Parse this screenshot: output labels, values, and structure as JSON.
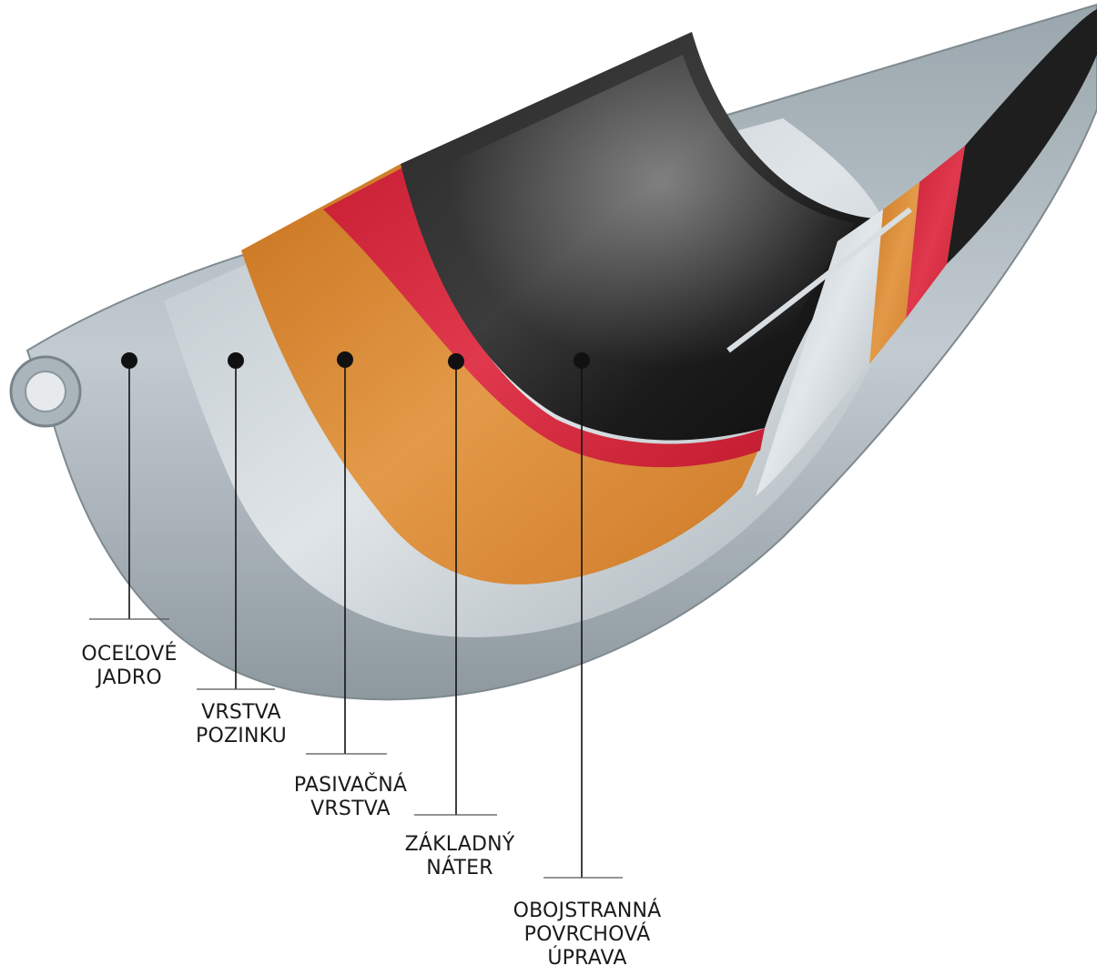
{
  "layers": [
    {
      "id": "steel-core",
      "label_lines": [
        "OCEĽOVÉ",
        "JADRO"
      ]
    },
    {
      "id": "zinc-layer",
      "label_lines": [
        "VRSTVA",
        "POZINKU"
      ]
    },
    {
      "id": "passivation-layer",
      "label_lines": [
        "PASIVAČNÁ",
        "VRSTVA"
      ]
    },
    {
      "id": "primer",
      "label_lines": [
        "ZÁKLADNÝ",
        "NÁTER"
      ]
    },
    {
      "id": "surface-finish",
      "label_lines": [
        "OBOJSTRANNÁ",
        "POVRCHOVÁ",
        "ÚPRAVA"
      ]
    }
  ],
  "colors": {
    "steel": "#a9b4bb",
    "zinc": "#c9d0d6",
    "passivation": "#d9852f",
    "primer": "#d92b3e",
    "finish": "#161616",
    "callout": "#111111"
  }
}
